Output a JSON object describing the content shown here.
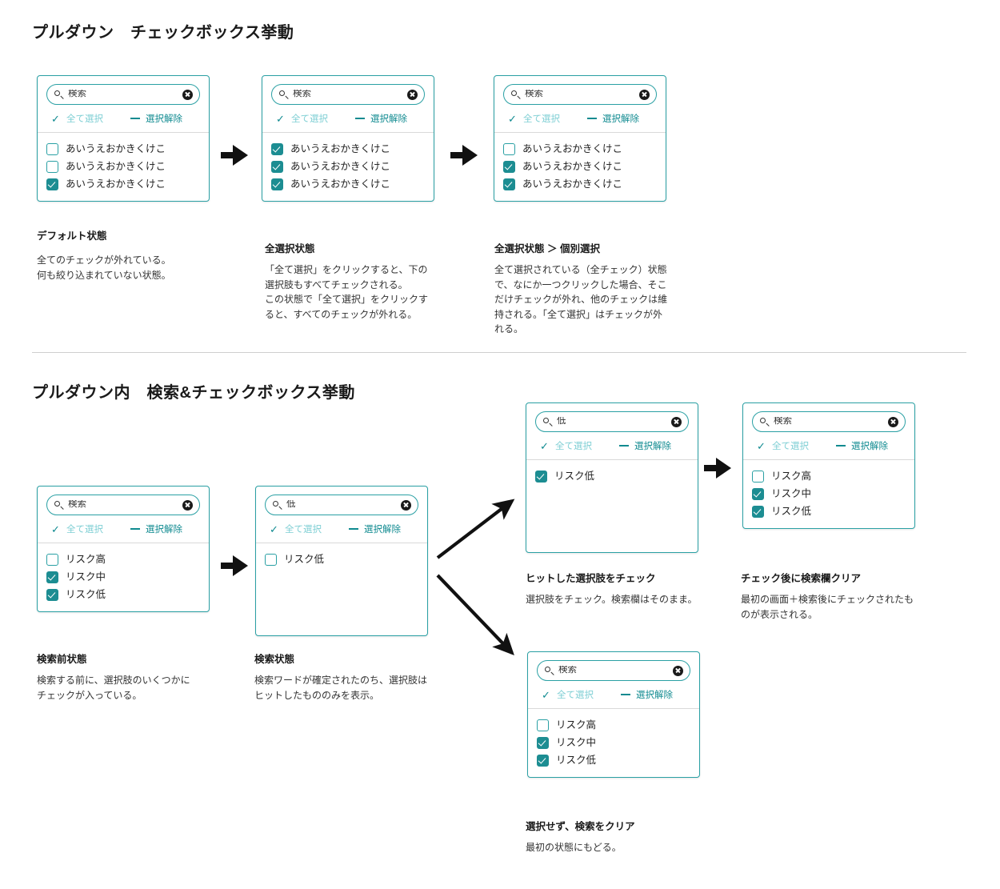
{
  "sections": [
    {
      "id": "section1",
      "title": "プルダウン　チェックボックス挙動",
      "cards": [
        {
          "name": "default-state",
          "search_value": "検索",
          "select_all_label": "全て選択",
          "clear_all_label": "選択解除",
          "options": [
            {
              "label": "あいうえおかきくけこ",
              "checked": false
            },
            {
              "label": "あいうえおかきくけこ",
              "checked": false
            },
            {
              "label": "あいうえおかきくけこ",
              "checked": true
            }
          ],
          "caption_title": "デフォルト状態",
          "caption_body": "全てのチェックが外れている。\n何も絞り込まれていない状態。"
        },
        {
          "name": "all-selected-state",
          "search_value": "検索",
          "select_all_label": "全て選択",
          "clear_all_label": "選択解除",
          "options": [
            {
              "label": "あいうえおかきくけこ",
              "checked": true
            },
            {
              "label": "あいうえおかきくけこ",
              "checked": true
            },
            {
              "label": "あいうえおかきくけこ",
              "checked": true
            }
          ],
          "caption_title": "全選択状態",
          "caption_body": "「全て選択」をクリックすると、下の\n選択肢もすべてチェックされる。\nこの状態で「全て選択」をクリックす\nると、すべてのチェックが外れる。"
        },
        {
          "name": "all-selected-then-individual",
          "search_value": "検索",
          "select_all_label": "全て選択",
          "clear_all_label": "選択解除",
          "options": [
            {
              "label": "あいうえおかきくけこ",
              "checked": false
            },
            {
              "label": "あいうえおかきくけこ",
              "checked": true
            },
            {
              "label": "あいうえおかきくけこ",
              "checked": true
            }
          ],
          "caption_title": "全選択状態 ＞ 個別選択",
          "caption_body": "全て選択されている（全チェック）状態\nで、なにか一つクリックした場合、そこ\nだけチェックが外れ、他のチェックは維\n持される。「全て選択」はチェックが外\nれる。"
        }
      ]
    },
    {
      "id": "section2",
      "title": "プルダウン内　検索&チェックボックス挙動",
      "cards": [
        {
          "name": "before-search",
          "search_value": "検索",
          "select_all_label": "全て選択",
          "clear_all_label": "選択解除",
          "options": [
            {
              "label": "リスク高",
              "checked": false
            },
            {
              "label": "リスク中",
              "checked": true
            },
            {
              "label": "リスク低",
              "checked": true
            }
          ],
          "caption_title": "検索前状態",
          "caption_body": "検索する前に、選択肢のいくつかに\nチェックが入っている。"
        },
        {
          "name": "searching",
          "search_value": "低",
          "select_all_label": "全て選択",
          "clear_all_label": "選択解除",
          "options": [
            {
              "label": "リスク低",
              "checked": false
            }
          ],
          "caption_title": "検索状態",
          "caption_body": "検索ワードが確定されたのち、選択肢は\nヒットしたもののみを表示。"
        },
        {
          "name": "hit-option-checked",
          "search_value": "低",
          "select_all_label": "全て選択",
          "clear_all_label": "選択解除",
          "options": [
            {
              "label": "リスク低",
              "checked": true
            }
          ],
          "caption_title": "ヒットした選択肢をチェック",
          "caption_body": "選択肢をチェック。検索欄はそのまま。"
        },
        {
          "name": "search-cleared-after-check",
          "search_value": "検索",
          "select_all_label": "全て選択",
          "clear_all_label": "選択解除",
          "options": [
            {
              "label": "リスク高",
              "checked": false
            },
            {
              "label": "リスク中",
              "checked": true
            },
            {
              "label": "リスク低",
              "checked": true
            }
          ],
          "caption_title": "チェック後に検索欄クリア",
          "caption_body": "最初の画面＋検索後にチェックされたも\nのが表示される。"
        },
        {
          "name": "search-cleared-without-select",
          "search_value": "検索",
          "select_all_label": "全て選択",
          "clear_all_label": "選択解除",
          "options": [
            {
              "label": "リスク高",
              "checked": false
            },
            {
              "label": "リスク中",
              "checked": true
            },
            {
              "label": "リスク低",
              "checked": true
            }
          ],
          "caption_title": "選択せず、検索をクリア",
          "caption_body": "最初の状態にもどる。"
        }
      ]
    }
  ],
  "icons": {
    "search": "search-icon",
    "clear": "clear-circle-icon",
    "check": "check-icon",
    "minus": "minus-icon",
    "arrow": "arrow-right-icon"
  },
  "colors": {
    "accent": "#2aa0a4",
    "accent_dark": "#0f8a90",
    "accent_light": "#7fcfd4",
    "checkbox_fill": "#1c8d92",
    "text": "#222222",
    "divider": "#cfcfcf"
  }
}
